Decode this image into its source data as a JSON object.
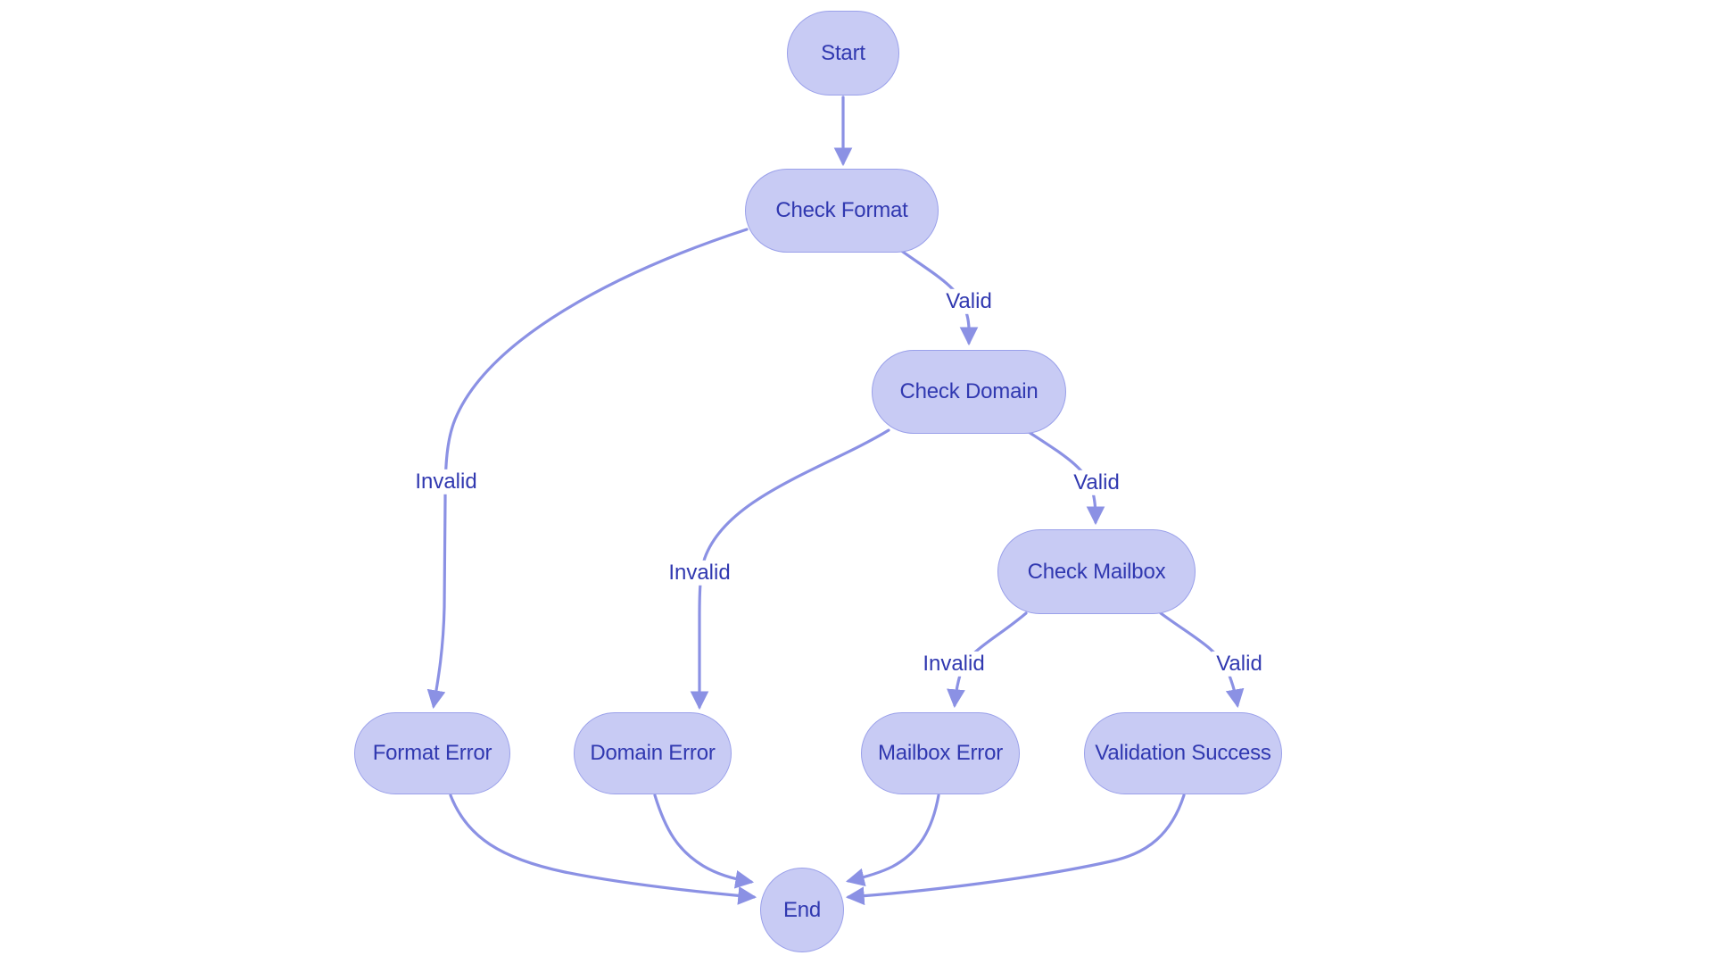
{
  "background": "#ffffff",
  "colors": {
    "background": "#ffffff",
    "node_fill": "#c8cbf4",
    "node_border": "#9aa0ea",
    "node_text": "#3038b0",
    "edge_color": "#8b91e4"
  },
  "diagram": {
    "type": "flowchart",
    "direction": "top-to-bottom",
    "topic": "Email validation flow"
  },
  "nodes": {
    "start": {
      "label": "Start"
    },
    "check_format": {
      "label": "Check Format"
    },
    "check_domain": {
      "label": "Check Domain"
    },
    "check_mailbox": {
      "label": "Check Mailbox"
    },
    "format_error": {
      "label": "Format Error"
    },
    "domain_error": {
      "label": "Domain Error"
    },
    "mailbox_error": {
      "label": "Mailbox Error"
    },
    "validation_success": {
      "label": "Validation Success"
    },
    "end": {
      "label": "End"
    }
  },
  "edges": [
    {
      "from": "Start",
      "to": "Check Format",
      "label": ""
    },
    {
      "from": "Check Format",
      "to": "Check Domain",
      "label": "Valid"
    },
    {
      "from": "Check Format",
      "to": "Format Error",
      "label": "Invalid"
    },
    {
      "from": "Check Domain",
      "to": "Check Mailbox",
      "label": "Valid"
    },
    {
      "from": "Check Domain",
      "to": "Domain Error",
      "label": "Invalid"
    },
    {
      "from": "Check Mailbox",
      "to": "Validation Success",
      "label": "Valid"
    },
    {
      "from": "Check Mailbox",
      "to": "Mailbox Error",
      "label": "Invalid"
    },
    {
      "from": "Format Error",
      "to": "End",
      "label": ""
    },
    {
      "from": "Domain Error",
      "to": "End",
      "label": ""
    },
    {
      "from": "Mailbox Error",
      "to": "End",
      "label": ""
    },
    {
      "from": "Validation Success",
      "to": "End",
      "label": ""
    }
  ]
}
